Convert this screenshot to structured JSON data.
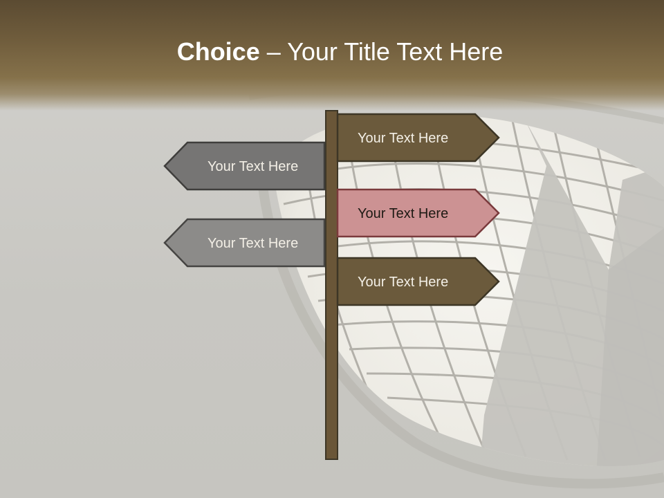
{
  "title": {
    "bold": "Choice",
    "rest": " – Your Title Text Here"
  },
  "signs": [
    {
      "label": "Your Text Here",
      "direction": "right",
      "fill": "#6b5a3c"
    },
    {
      "label": "Your Text Here",
      "direction": "left",
      "fill": "#767574"
    },
    {
      "label": "Your Text Here",
      "direction": "right",
      "fill": "#cc9293"
    },
    {
      "label": "Your Text Here",
      "direction": "left",
      "fill": "#8c8b89"
    },
    {
      "label": "Your Text Here",
      "direction": "right",
      "fill": "#6b5a3c"
    }
  ],
  "colors": {
    "header_top": "#5b4b32",
    "header_bottom": "#85714a",
    "post": "#6a5638",
    "outline": "#3d3626",
    "highlight_outline": "#7a3a3c"
  }
}
